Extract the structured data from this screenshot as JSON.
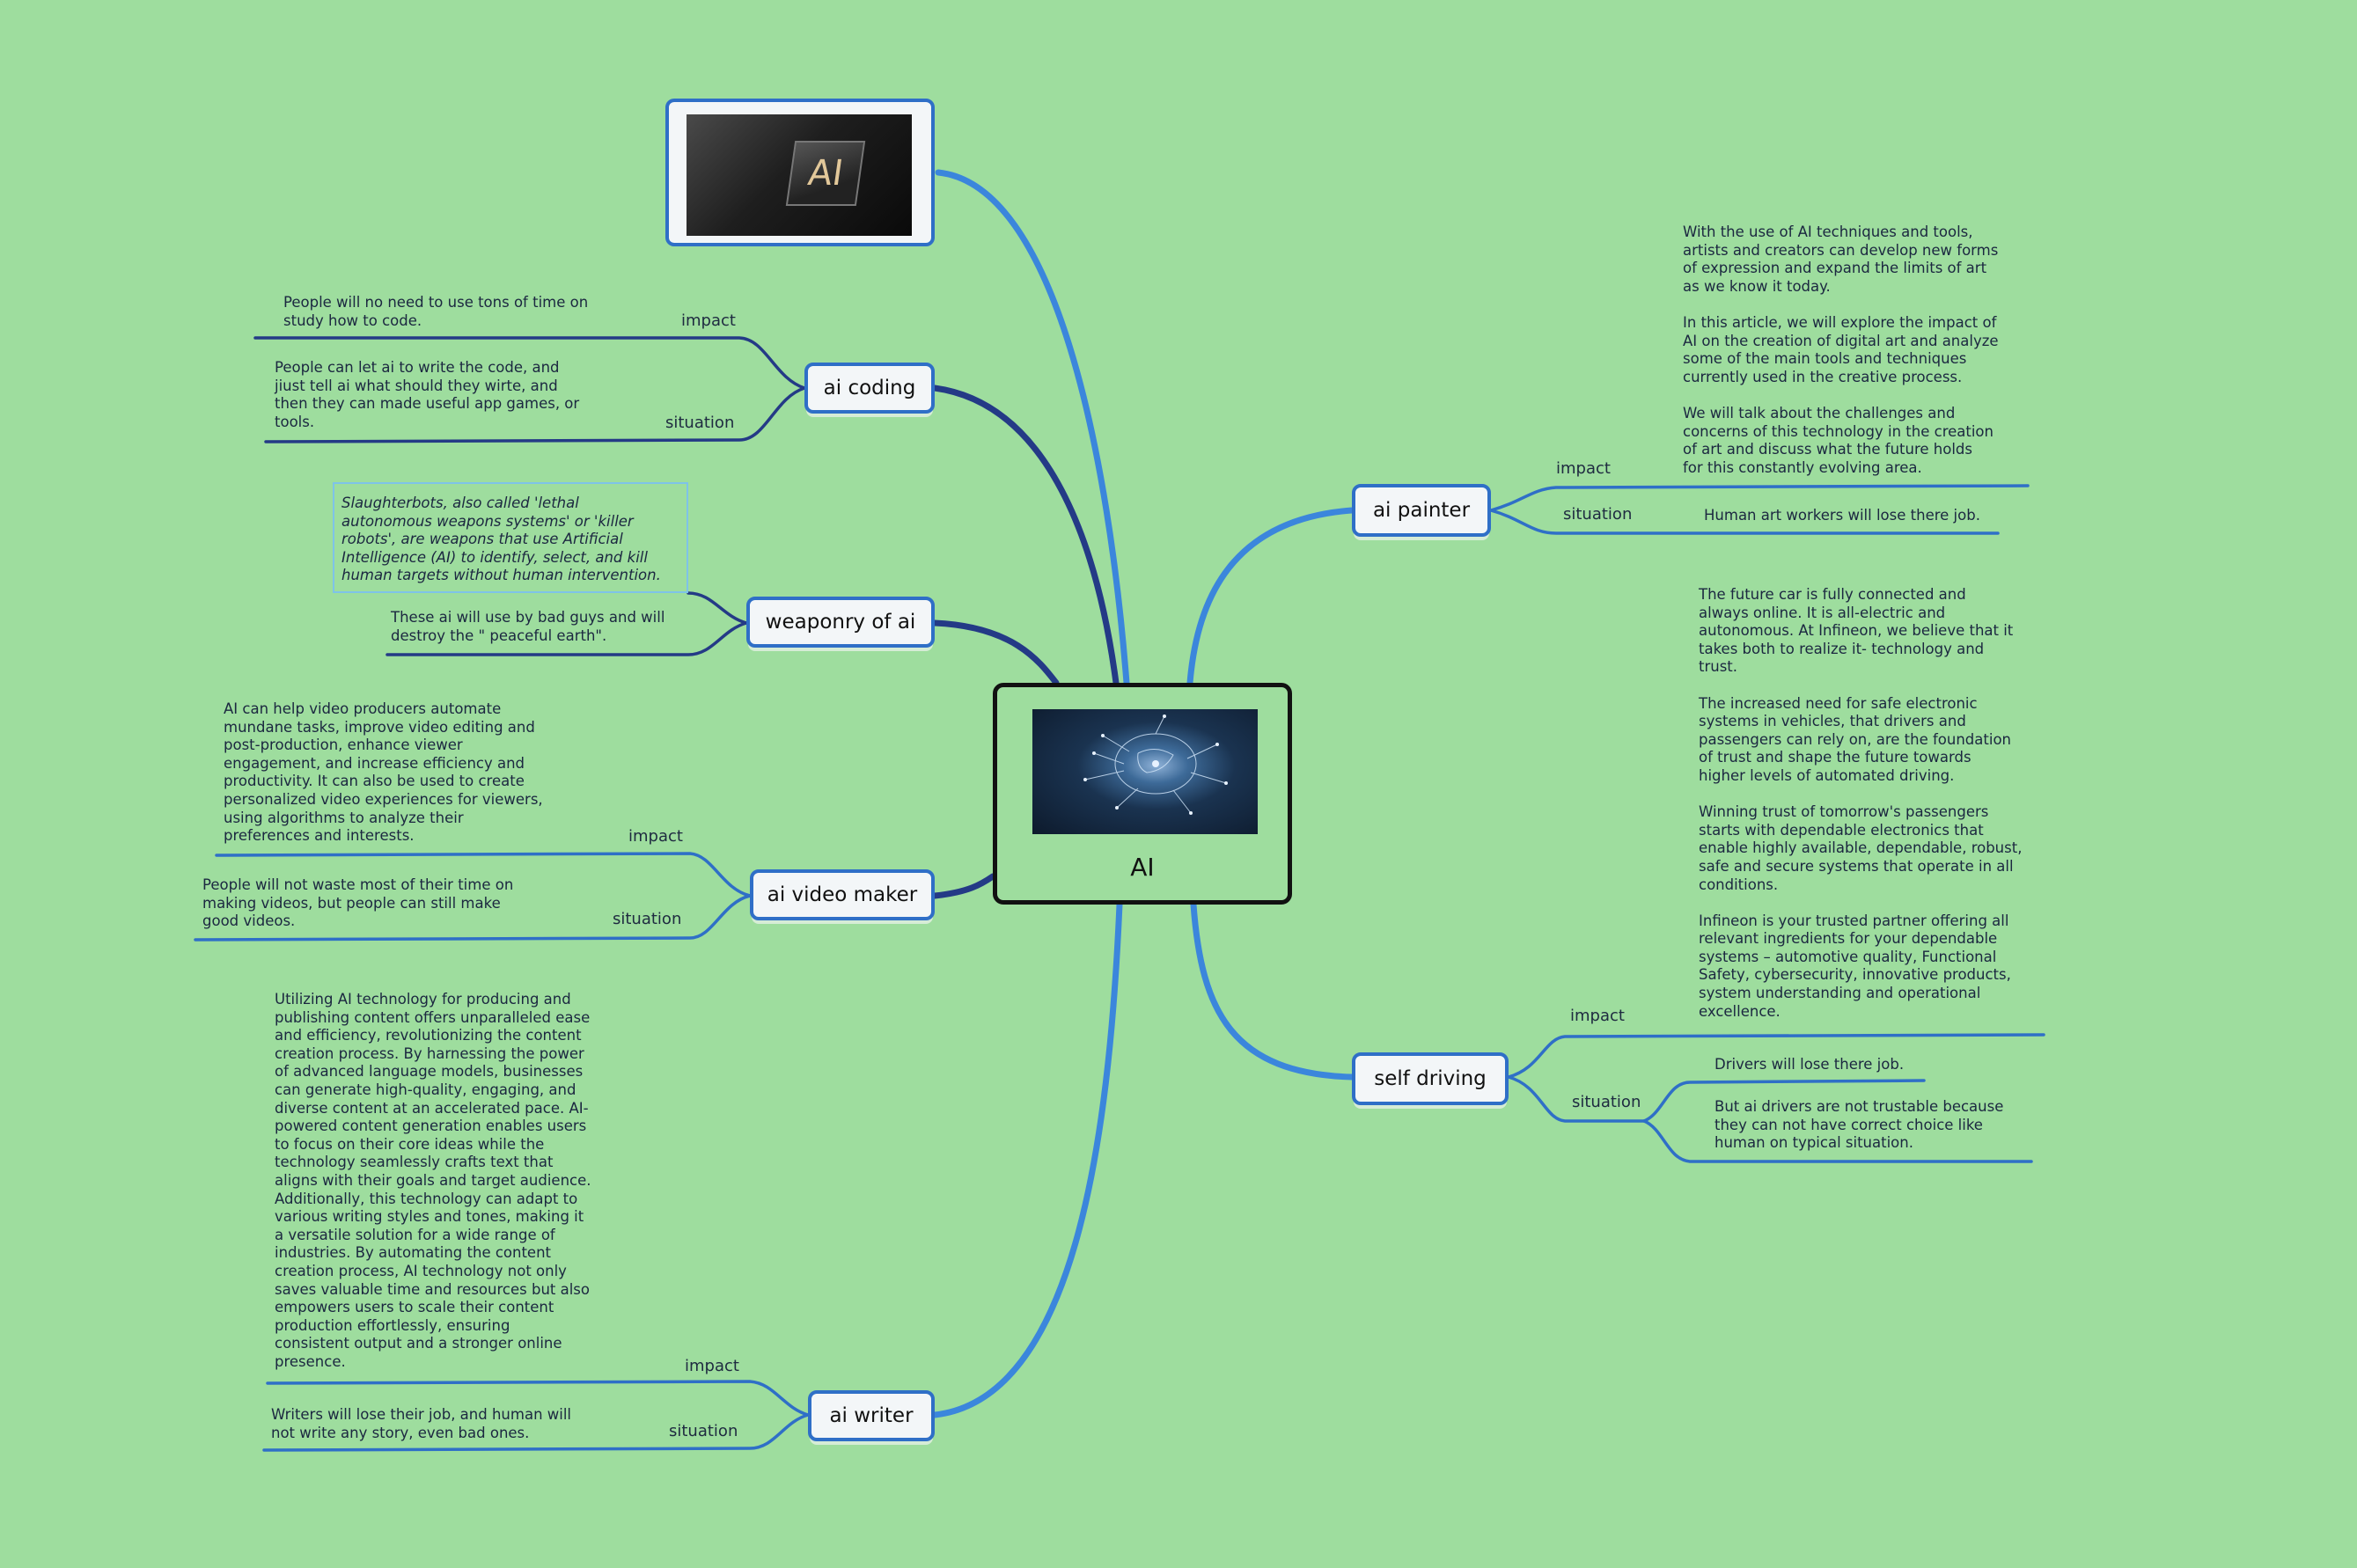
{
  "root": {
    "title": "AI",
    "image": "ai-brain-circuit"
  },
  "image_node": {
    "image": "ai-chip",
    "chip_text": "AI"
  },
  "colors": {
    "background": "#9edd9e",
    "branch_light": "#3b86dc",
    "branch_dark": "#243a86",
    "node_fill": "#f3f6f8"
  },
  "branches": {
    "ai_coding": {
      "label": "ai coding",
      "impact_label": "impact",
      "impact_text": "People will no need to use tons of time on\nstudy how to code.",
      "situation_label": "situation",
      "situation_text": "People can let ai to write the code, and\njiust tell ai what should they wirte, and\nthen they can made useful app games, or\ntools."
    },
    "weaponry": {
      "label": "weaponry of ai",
      "quote_text": "Slaughterbots, also called 'lethal\nautonomous weapons systems' or 'killer\nrobots', are weapons that use Artificial\nIntelligence (AI) to identify, select, and kill\nhuman targets without human intervention.",
      "note_text": "These ai will use by bad guys and will\ndestroy the \" peaceful earth\"."
    },
    "video_maker": {
      "label": "ai video maker",
      "impact_label": "impact",
      "impact_text": "AI can help video producers automate\nmundane tasks, improve video editing and\npost-production, enhance viewer\nengagement, and increase efficiency and\nproductivity. It can also be used to create\npersonalized video experiences for viewers,\nusing algorithms to analyze their\npreferences and interests.",
      "situation_label": "situation",
      "situation_text": "People will not waste most of their time on\nmaking videos, but people can still make\ngood videos."
    },
    "writer": {
      "label": "ai writer",
      "impact_label": "impact",
      "impact_text": "Utilizing AI technology for producing and\npublishing content offers unparalleled ease\nand efficiency, revolutionizing the content\ncreation process. By harnessing the power\nof advanced language models, businesses\ncan generate high-quality, engaging, and\ndiverse content at an accelerated pace. AI-\npowered content generation enables users\nto focus on their core ideas while the\ntechnology seamlessly crafts text that\naligns with their goals and target audience.\nAdditionally, this technology can adapt to\nvarious writing styles and tones, making it\na versatile solution for a wide range of\nindustries. By automating the content\ncreation process, AI technology not only\nsaves valuable time and resources but also\nempowers users to scale their content\nproduction effortlessly, ensuring\nconsistent output and a stronger online\npresence.",
      "situation_label": "situation",
      "situation_text": "Writers will lose their job, and human will\nnot write any story, even bad ones."
    },
    "painter": {
      "label": "ai painter",
      "impact_label": "impact",
      "impact_text": "With the use of AI techniques and tools,\nartists and creators can develop new forms\nof expression and expand the limits of art\nas we know it today.\n\nIn this article, we will explore the impact of\nAI on the creation of digital art and analyze\nsome of the main tools and techniques\ncurrently used in the creative process.\n\nWe will talk about the challenges and\nconcerns of this technology in the creation\nof art and discuss what the future holds\nfor this constantly evolving area.",
      "situation_label": "situation",
      "situation_text": "Human art workers will lose there job."
    },
    "self_driving": {
      "label": "self driving",
      "impact_label": "impact",
      "impact_text": "The future car is fully connected and\nalways online. It is all-electric and\nautonomous. At Infineon, we believe that it\ntakes both to realize it- technology and\ntrust.\n\nThe increased need for safe electronic\nsystems in vehicles, that drivers and\npassengers can rely on, are the foundation\nof trust and shape the future towards\nhigher levels of automated driving.\n\nWinning trust of tomorrow's passengers\nstarts with dependable electronics that\nenable highly available, dependable, robust,\nsafe and secure systems that operate in all\nconditions.\n\nInfineon is your trusted partner offering all\nrelevant ingredients for your dependable\nsystems – automotive quality, Functional\nSafety, cybersecurity, innovative products,\nsystem understanding and operational\nexcellence.",
      "situation_label": "situation",
      "situation_text_1": "Drivers will lose there job.",
      "situation_text_2": "But ai drivers are not trustable because\nthey can not have correct choice like\nhuman on typical situation."
    }
  }
}
